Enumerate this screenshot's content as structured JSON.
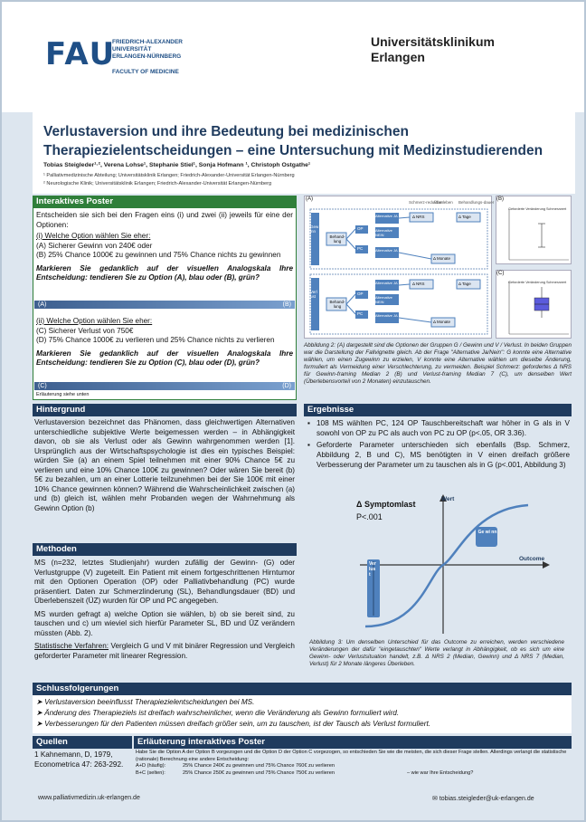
{
  "header": {
    "fau_mark": "FAU",
    "fau_lines": "FRIEDRICH-ALEXANDER\nUNIVERSITÄT\nERLANGEN-NÜRNBERG",
    "fau_faculty": "FACULTY OF MEDICINE",
    "uk_name": "Universitätsklinikum\nErlangen"
  },
  "title": "Verlustaversion und ihre Bedeutung bei medizinischen Therapiezielentscheidungen – eine Untersuchung mit Medizinstudierenden",
  "authors": "Tobias Steigleder¹·², Verena Lohse¹, Stephanie Stiel¹, Sonja Hofmann ¹, Christoph Ostgathe¹",
  "affiliations": [
    "¹ Palliativmedizinische Abteilung; Universitätsklinik Erlangen; Friedrich-Alexander-Universität Erlangen-Nürnberg",
    "² Neurologische Klinik; Universitätsklinik Erlangen; Friedrich-Alexander-Universität Erlangen-Nürnberg"
  ],
  "interactive": {
    "heading": "Interaktives Poster",
    "intro": "Entscheiden sie sich bei den Fragen eins (i) und zwei (ii) jeweils für eine der Optionen:",
    "q1_title": "(i) Welche Option wählen Sie eher:",
    "q1_a": "(A) Sicherer Gewinn von 240€ oder",
    "q1_b": "(B) 25% Chance 1000€ zu gewinnen und 75% Chance nichts zu gewinnen",
    "q1_prompt": "Markieren Sie gedanklich auf der visuellen Analogskala Ihre Entscheidung: tendieren Sie zu Option (A), blau oder (B), grün?",
    "bar1_left": "(A)",
    "bar1_right": "(B)",
    "q2_title": "(ii) Welche Option wählen Sie eher:",
    "q2_c": "(C) Sicherer Verlust von 750€",
    "q2_d": "(D) 75% Chance 1000€ zu verlieren und 25% Chance nichts zu verlieren",
    "q2_prompt": "Markieren Sie gedanklich auf der visuellen Analogskala Ihre Entscheidung: tendieren Sie zu Option (C), blau oder (D), grün?",
    "bar2_left": "(C)",
    "bar2_right": "(D)",
    "note": "Erläuterung siehe unten"
  },
  "hintergrund": {
    "heading": "Hintergrund",
    "text": "Verlustaversion bezeichnet das Phänomen, dass gleichwertigen Alternativen unterschiedliche subjektive Werte beigemessen werden – in Abhängigkeit davon, ob sie als Verlust oder als Gewinn wahrgenommen werden [1]. Ursprünglich aus der Wirtschaftspsychologie ist dies ein typisches Beispiel: würden Sie (a) an einem Spiel teilnehmen mit einer 90% Chance 5€ zu verlieren und eine 10% Chance 100€ zu gewinnen? Oder wären Sie bereit (b) 5€ zu bezahlen, um an einer Lotterie teilzunehmen bei der Sie 100€ mit einer 10% Chance gewinnen können? Während die Wahrscheinlichkeit zwischen (a) und (b) gleich ist, wählen mehr Probanden wegen der Wahrnehmung als Gewinn Option (b)"
  },
  "methoden": {
    "heading": "Methoden",
    "p1": "MS (n=232, letztes Studienjahr) wurden zufällig der Gewinn- (G) oder Verlustgruppe (V) zugeteilt. Ein Patient mit einem fortgeschrittenen Hirntumor mit den Optionen Operation (OP) oder Palliativbehandlung (PC) wurde präsentiert. Daten zur Schmerzlinderung (SL), Behandlungsdauer (BD) und Überlebenszeit (ÜZ) wurden für OP und PC angegeben.",
    "p2": "MS wurden gefragt a) welche Option sie wählen, b) ob sie bereit sind, zu tauschen und c) um wieviel sich hierfür Parameter SL, BD und ÜZ verändern müssten (Abb. 2).",
    "p3_label": "Statistische Verfahren:",
    "p3": " Vergleich G und V mit binärer Regression und Vergleich geforderter Parameter mit linearer Regression."
  },
  "figure2": {
    "label_a": "(A)",
    "label_b": "(B)",
    "label_c": "(C)",
    "col_headers": [
      "Schmerz-reduktion",
      "Überleben",
      "Behandlungs-dauer"
    ],
    "group_g": "Gewinn",
    "group_v": "Verlust",
    "behandlung": "Behand-lung",
    "op": "OP",
    "pc": "PC",
    "alt_ja": "Alternative JA",
    "alt_nein": "Alternative NEIN",
    "d_nrs": "Δ NRS",
    "d_tage": "Δ Tage",
    "d_monate": "Δ Monate",
    "chart_title_b": "Geforderte Veränderung Schmerzwert",
    "chart_title_c": "Geforderte Veränderung Schmerzwert",
    "caption": "Abbildung 2: (A) dargestellt sind die Optionen der Gruppen G / Gewinn und V / Verlust. In beiden Gruppen war die Darstellung der Fallvignette gleich. Ab der Frage \"Alternative Ja/Nein\": G konnte eine Alternative wählen, um einen Zugewinn zu erzielen, V konnte eine Alternative wählen um dieselbe Änderung, formuliert als Vermeidung einer Verschlechterung, zu vermeiden. Beispiel Schmerz: gefordertes Δ NRS für Gewinn-framing Median 2 (B) und Verlust-framing Median 7 (C), um denselben Wert (Überlebensvorteil von 2 Monaten) einzutauschen."
  },
  "ergebnisse": {
    "heading": "Ergebnisse",
    "items": [
      "108 MS wählten PC, 124 OP Tauschbereitschaft war höher in G als in V sowohl von OP zu PC als auch von PC zu OP (p<.05, OR 3.36).",
      "Geforderte Parameter unterschieden sich ebenfalls (Bsp. Schmerz, Abbildung 2, B und C), MS benötigten in V einen dreifach größere Verbesserung der Parameter um zu tauschen als in G (p<.001, Abbildung 3)"
    ]
  },
  "figure3": {
    "label": "Δ Symptomlast",
    "p": "P<.001",
    "y_axis": "Wert",
    "x_axis": "Outcome",
    "gewinn": "Ge wi nn",
    "verlust": "Verlust",
    "caption": "Abbildung 3: Um denselben Unterschied für das Outcome zu erreichen, werden verschiedene Veränderungen der dafür \"eingetauschten\" Werte verlangt in Abhängigkeit, ob es sich um eine Gewinn- oder Verlustsituation handelt, z.B. Δ NRS 2 (Median, Gewinn) und Δ NRS 7 (Median, Verlust) für 2 Monate längeres Überleben."
  },
  "schluss": {
    "heading": "Schlussfolgerungen",
    "items": [
      "Verlustaversion beeinflusst Therapiezielentscheidungen bei MS.",
      "Änderung des Therapieziels ist dreifach wahrscheinlicher, wenn die Veränderung als Gewinn formuliert wird.",
      "Verbesserungen für den Patienten müssen dreifach größer sein, um zu tauschen, ist der Tausch als Verlust formuliert."
    ]
  },
  "quellen": {
    "heading": "Quellen",
    "text": "1 Kahnemann, D, 1979, Econometrica 47: 263-292."
  },
  "erlaeuterung": {
    "heading": "Erläuterung interaktives Poster",
    "text": "Habe Sie die Option A der Option B vorgezogen und die Option D der Option C vorgezogen, so entschieden Sie wie die meisten, die sich dieser Frage stellen. Allerdings verlangt die statistische (rationale) Berechnung eine andere Entscheidung:",
    "line1_label": "A+D (häufig):",
    "line1": "25% Chance 240€ zu gewinnen und 75% Chance 760€ zu verlieren",
    "line2_label": "B+C (selten):",
    "line2": "25% Chance 250€ zu gewinnen und 75% Chance 750€ zu verlieren",
    "line2_tail": "– wie war Ihre Entscheidung?"
  },
  "footer": {
    "left": "www.palliativmedizin.uk-erlangen.de",
    "right": "tobias.steigleder@uk-erlangen.de"
  },
  "colors": {
    "navy": "#1f3b5e",
    "green": "#2f7f3a",
    "blue": "#3d5f8f"
  }
}
